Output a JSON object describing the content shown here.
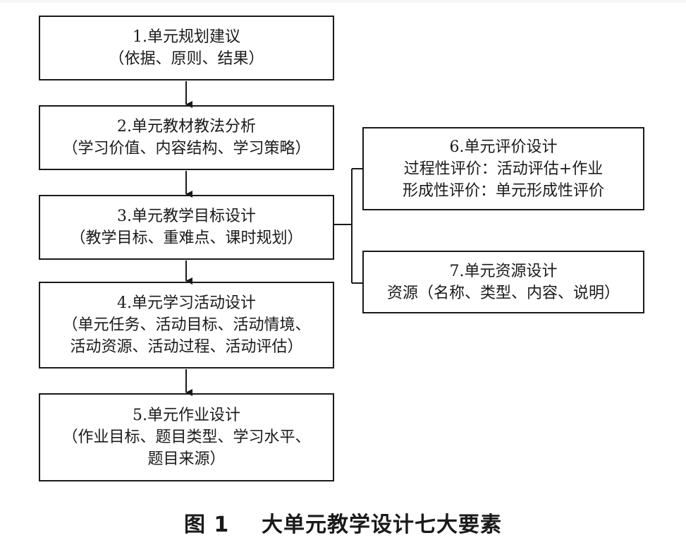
{
  "steps": [
    {
      "title": "1.单元规划建议",
      "lines": [
        "（依据、原则、结果）"
      ]
    },
    {
      "title": "2.单元教材教法分析",
      "lines": [
        "（学习价值、内容结构、学习策略）"
      ]
    },
    {
      "title": "3.单元教学目标设计",
      "lines": [
        "（教学目标、重难点、课时规划）"
      ]
    },
    {
      "title": "4.单元学习活动设计",
      "lines": [
        "（单元任务、活动目标、活动情境、",
        "活动资源、活动过程、活动评估）"
      ]
    },
    {
      "title": "5.单元作业设计",
      "lines": [
        "（作业目标、题目类型、学习水平、",
        "题目来源）"
      ]
    }
  ],
  "side": [
    {
      "title": "6.单元评价设计",
      "lines": [
        "过程性评价：活动评估+作业",
        "形成性评价：单元形成性评价"
      ]
    },
    {
      "title": "7.单元资源设计",
      "lines": [
        "资源（名称、类型、内容、说明）"
      ]
    }
  ],
  "caption": {
    "label": "图 1",
    "text": "大单元教学设计七大要素"
  }
}
